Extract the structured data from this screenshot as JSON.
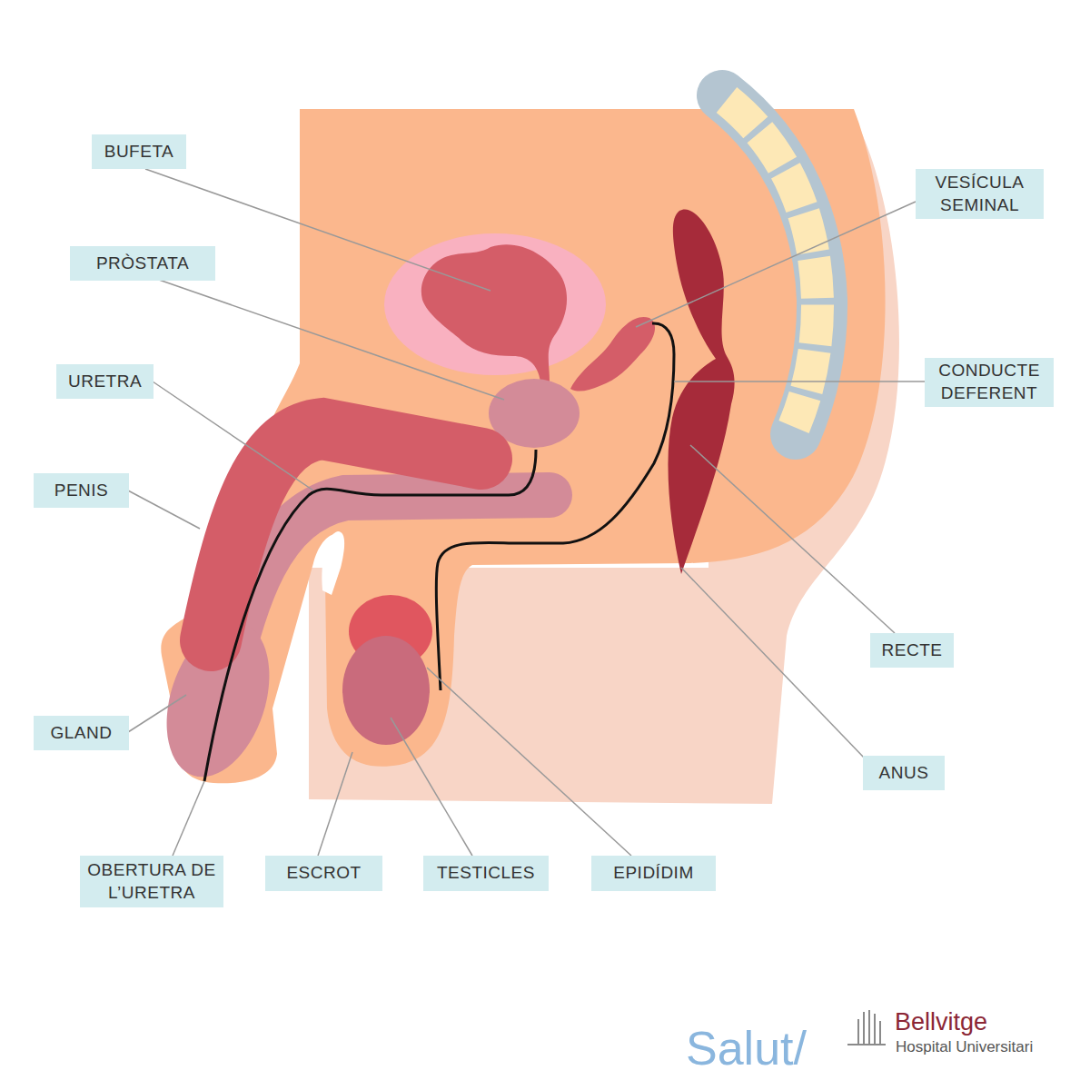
{
  "diagram": {
    "nodes": [
      {
        "text": [
          "BUFETA"
        ]
      },
      {
        "text": [
          "VESÍCULA SEMINAL"
        ]
      },
      {
        "text": [
          "PRÒSTATA"
        ]
      },
      {
        "text": [
          "URETRA"
        ]
      },
      {
        "text": [
          "CONDUCTE DEFERENT"
        ]
      },
      {
        "text": [
          "PENIS"
        ]
      },
      {
        "text": [
          "RECTE"
        ]
      },
      {
        "text": [
          "GLAND"
        ]
      },
      {
        "text": [
          "ANUS"
        ]
      },
      {
        "text": [
          "OBERTURA DE L’URETRA"
        ]
      },
      {
        "text": [
          "ESCROT"
        ]
      },
      {
        "text": [
          "TESTICLES"
        ]
      },
      {
        "text": [
          "EPIDÍDIM"
        ]
      }
    ],
    "labels": [
      "Salut/",
      "Bellvitge",
      "Hospital Universitari"
    ]
  }
}
